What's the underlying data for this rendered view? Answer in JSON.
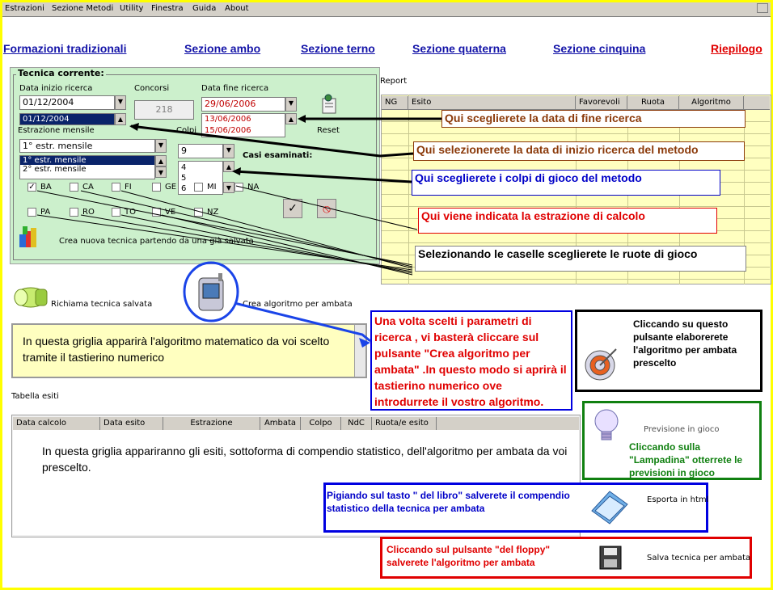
{
  "menu": [
    "Estrazioni",
    "Sezione Metodi",
    "Utility",
    "Finestra",
    "Guida",
    "About"
  ],
  "nav": {
    "tradizionali": "Formazioni tradizionali",
    "ambo": "Sezione ambo",
    "terno": "Sezione terno",
    "quaterna": "Sezione quaterna",
    "cinquina": "Sezione cinquina",
    "riepilogo": "Riepilogo"
  },
  "panel": {
    "title": "Tecnica corrente:",
    "data_inizio_label": "Data inizio ricerca",
    "data_inizio_value": "01/12/2004",
    "data_inizio_list": "01/12/2004",
    "concorsi_label": "Concorsi",
    "concorsi_value": "218",
    "data_fine_label": "Data fine ricerca",
    "data_fine_value": "29/06/2006",
    "data_fine_list": [
      "13/06/2006",
      "15/06/2006"
    ],
    "reset_label": "Reset",
    "estrazione_label": "Estrazione mensile",
    "estrazione_value": "1° estr. mensile",
    "estrazione_list": [
      "1° estr. mensile",
      "2° estr. mensile"
    ],
    "colpi_label": "Colpi",
    "colpi_value": "9",
    "colpi_list": [
      "4",
      "5",
      "6"
    ],
    "casi_label": "Casi esaminati:",
    "ruote_row1": [
      "BA",
      "CA",
      "FI",
      "GE",
      "MI",
      "NA"
    ],
    "ruote_row2": [
      "PA",
      "RO",
      "TO",
      "VE",
      "NZ"
    ],
    "nuova_tecnica_label": "Crea nuova tecnica partendo da una già salvata",
    "check_mark": "✓",
    "stop_mark": "⦸"
  },
  "report": {
    "label": "Report",
    "columns": [
      "NG",
      "Esito",
      "Favorevoli",
      "Ruota",
      "Algoritmo"
    ]
  },
  "buttons": {
    "richiama": "Richiama tecnica salvata",
    "crea_algoritmo": "Crea algoritmo per ambata",
    "previsione": "Previsione in gioco",
    "esporta": "Esporta in html",
    "salva": "Salva tecnica per ambata"
  },
  "algo_grid_text": "In questa griglia apparirà l'algoritmo matematico da voi scelto tramite il tastierino numerico",
  "tabella_esiti": {
    "label": "Tabella esiti",
    "columns": [
      "Data calcolo",
      "Data esito",
      "Estrazione",
      "Ambata",
      "Colpo",
      "NdC",
      "Ruota/e esito"
    ],
    "text": "In questa griglia appariranno gli esiti, sottoforma di compendio statistico, dell'algoritmo per ambata da voi prescelto."
  },
  "callouts": {
    "data_fine": "Qui sceglierete la data di fine ricerca",
    "data_inizio": "Qui selezionerete la data di inizio ricerca del metodo",
    "colpi": "Qui sceglierete i colpi di gioco del metodo",
    "estrazione": "Qui viene indicata la estrazione di calcolo",
    "ruote": "Selezionando le caselle sceglierete le ruote di gioco",
    "parametri": "Una volta scelti i parametri di ricerca , vi basterà cliccare sul pulsante \"Crea algoritmo per ambata\" .In questo modo si aprirà il tastierino numerico ove introdurrete il vostro algoritmo.",
    "elabora": "Cliccando su questo pulsante elaborerete l'algoritmo per ambata prescelto",
    "lampadina": "Cliccando sulla \"Lampadina\" otterrete le previsioni in gioco",
    "libro": "Pigiando sul tasto \" del libro\" salverete il compendio statistico della tecnica per ambata",
    "floppy": "Cliccando sul pulsante \"del floppy\" salverete l'algoritmo per ambata"
  },
  "colors": {
    "frame": "#ffff00",
    "nav_link": "#1414a8",
    "riepilogo": "#e00000",
    "panel_green": "#ccf0cc",
    "grid_yellow": "#ffffc0",
    "callout_brown": "#8b3a0a",
    "callout_blue": "#0000c8",
    "callout_red": "#e00000",
    "callout_green": "#108010"
  }
}
